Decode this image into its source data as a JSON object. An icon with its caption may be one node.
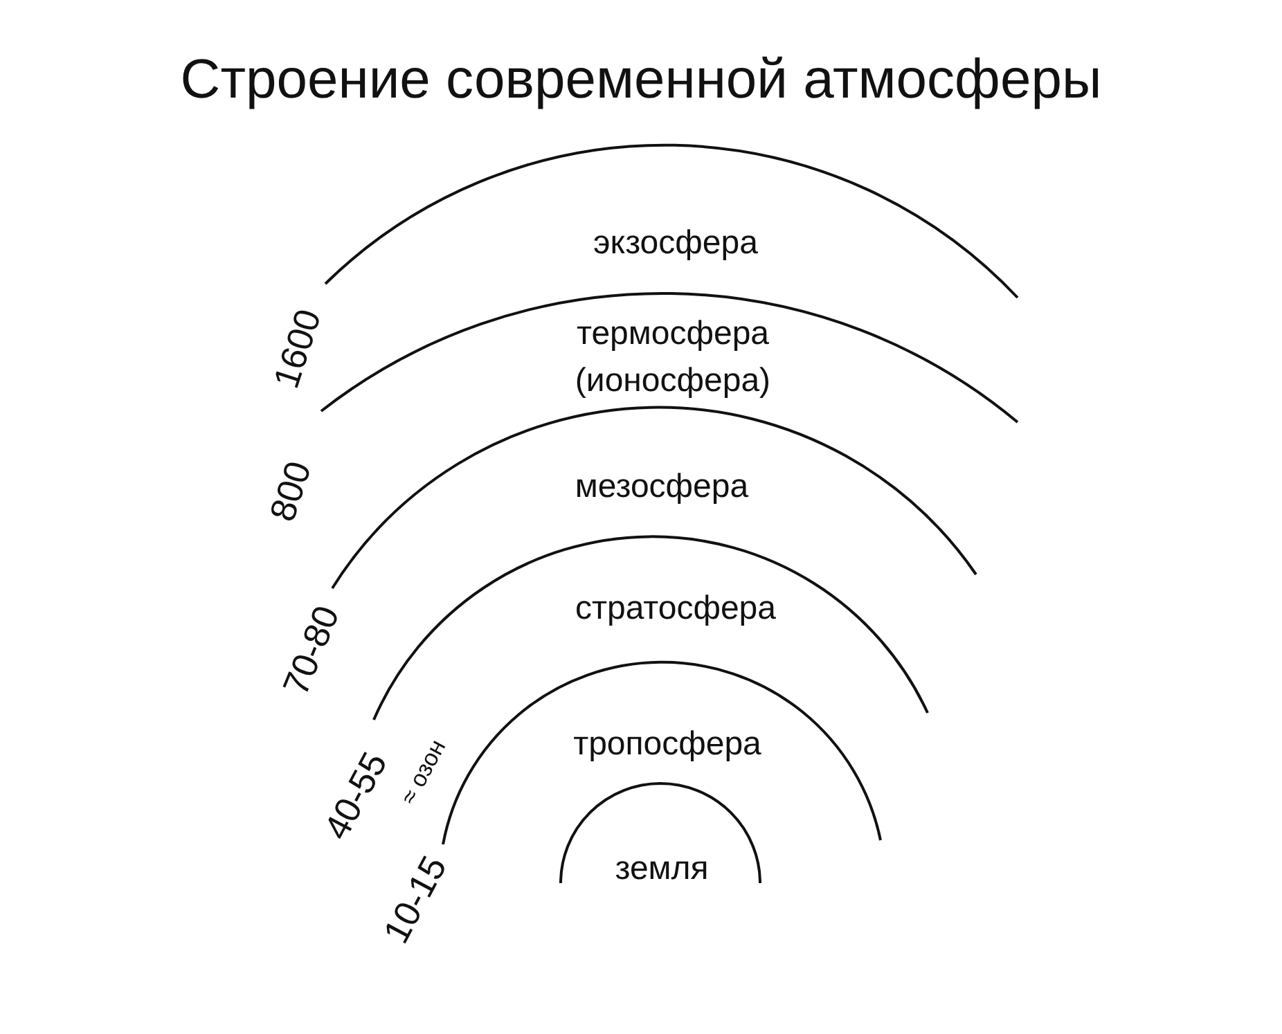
{
  "diagram": {
    "title": "Строение современной атмосферы",
    "nodes": [
      {
        "text": [
          "экзосфера"
        ]
      },
      {
        "text": [
          "термосфера (ионосфера)"
        ]
      },
      {
        "text": [
          "мезосфера"
        ]
      },
      {
        "text": [
          "стратосфера"
        ]
      },
      {
        "text": [
          "тропосфера"
        ]
      },
      {
        "text": [
          "земля"
        ]
      }
    ],
    "labels": [
      "1600",
      "800",
      "70-80",
      "40-55",
      "≈ озон",
      "10-15"
    ]
  }
}
